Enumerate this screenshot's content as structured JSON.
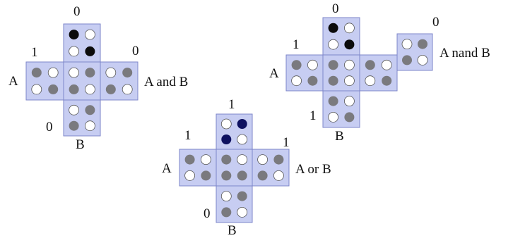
{
  "colors": {
    "square_fill": "#c7cdf2",
    "square_border": "#7e86c9",
    "dot_gray": "#7a7a7e",
    "dot_white": "#ffffff",
    "dot_black": "#0b0b0b",
    "dot_navy": "#0e1160",
    "label": "#111111"
  },
  "gates": {
    "and": {
      "top": "0",
      "left": "1",
      "right": "0",
      "bottom": "0",
      "a": "A",
      "b": "B",
      "output": "A and B",
      "squares": [
        {
          "role": "top",
          "dots": [
            "black",
            "white",
            "white",
            "black"
          ]
        },
        {
          "role": "a",
          "dots": [
            "gray",
            "white",
            "white",
            "gray"
          ]
        },
        {
          "role": "center",
          "dots": [
            "white",
            "gray",
            "gray",
            "white"
          ]
        },
        {
          "role": "output",
          "dots": [
            "white",
            "gray",
            "gray",
            "white"
          ]
        },
        {
          "role": "b",
          "dots": [
            "white",
            "gray",
            "gray",
            "white"
          ]
        }
      ]
    },
    "or": {
      "top": "1",
      "left": "1",
      "right": "1",
      "bottom": "0",
      "a": "A",
      "b": "B",
      "output": "A or B",
      "squares": [
        {
          "role": "top",
          "dots": [
            "white",
            "navy",
            "navy",
            "white"
          ]
        },
        {
          "role": "a",
          "dots": [
            "gray",
            "white",
            "white",
            "gray"
          ]
        },
        {
          "role": "center",
          "dots": [
            "gray",
            "white",
            "gray",
            "gray"
          ]
        },
        {
          "role": "output",
          "dots": [
            "white",
            "gray",
            "gray",
            "white"
          ]
        },
        {
          "role": "b",
          "dots": [
            "white",
            "gray",
            "gray",
            "white"
          ]
        }
      ]
    },
    "nand": {
      "top": "0",
      "left": "1",
      "right": "0",
      "bottom": "1",
      "a": "A",
      "b": "B",
      "output": "A nand B",
      "squares": [
        {
          "role": "top",
          "dots": [
            "black",
            "white",
            "white",
            "black"
          ]
        },
        {
          "role": "a",
          "dots": [
            "gray",
            "white",
            "white",
            "gray"
          ]
        },
        {
          "role": "center",
          "dots": [
            "gray",
            "white",
            "gray",
            "white"
          ]
        },
        {
          "role": "right",
          "dots": [
            "gray",
            "white",
            "white",
            "gray"
          ]
        },
        {
          "role": "output",
          "dots": [
            "white",
            "gray",
            "gray",
            "white"
          ]
        },
        {
          "role": "b",
          "dots": [
            "gray",
            "white",
            "white",
            "gray"
          ]
        }
      ]
    }
  }
}
